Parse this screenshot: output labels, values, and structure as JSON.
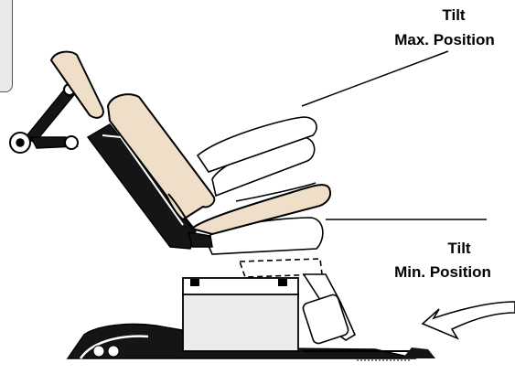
{
  "labels": {
    "tilt_max_word": "Tilt",
    "tilt_max_pos": "Max. Position",
    "tilt_min_word": "Tilt",
    "tilt_min_pos": "Min. Position"
  },
  "colors": {
    "upholstery": "#efdfc8",
    "outline": "#000000",
    "dark_parts": "#151515",
    "panel_fill": "#e9ebe8"
  }
}
